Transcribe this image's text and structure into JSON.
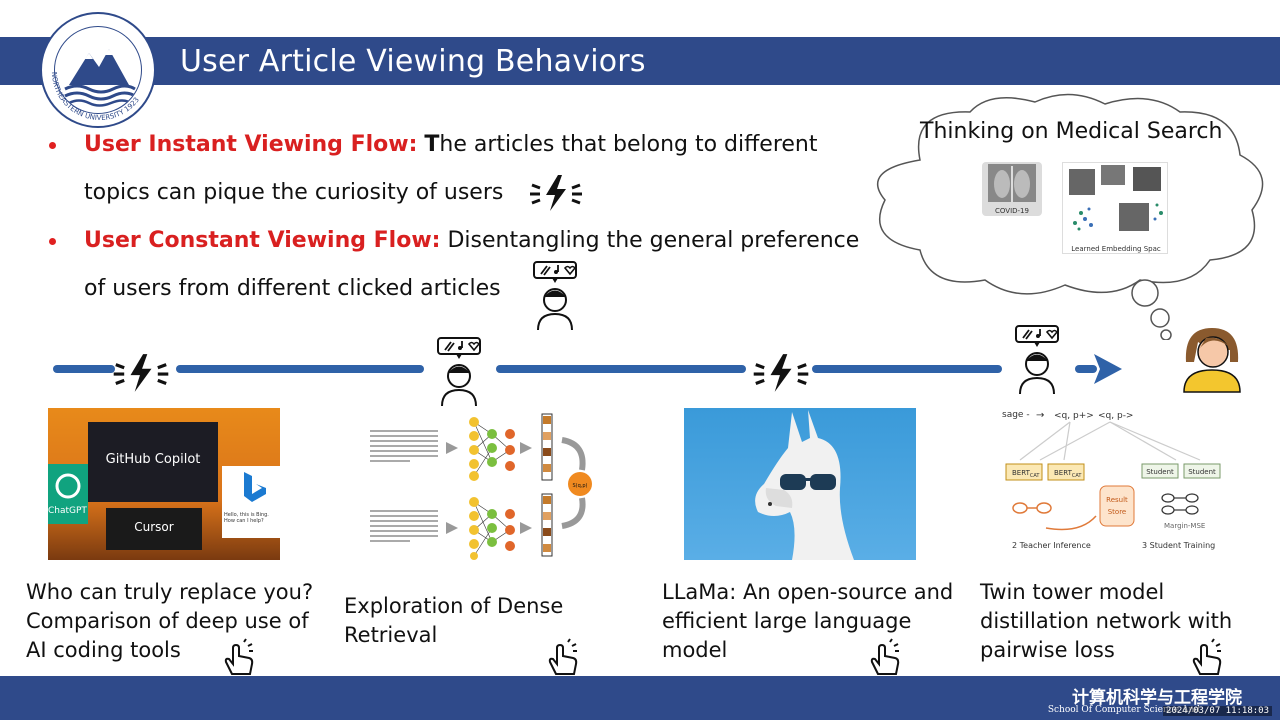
{
  "slide": {
    "title": "User Article Viewing Behaviors",
    "logo": {
      "name": "university-seal",
      "text": "NORTHEASTERN UNIVERSITY 1923"
    }
  },
  "bullets": [
    {
      "highlight": "User Instant Viewing Flow:",
      "line1_bold": "T",
      "line1": "he articles that belong to different",
      "line2": "topics can pique the curiosity of users"
    },
    {
      "highlight": "User Constant Viewing Flow:",
      "line1": "Disentangling the general preference",
      "line2": "of users from different clicked articles"
    }
  ],
  "thought_cloud": {
    "title": "Thinking on Medical Search",
    "image_labels": {
      "xray": "COVID-19",
      "embedding": "Learned Embedding Spac"
    }
  },
  "articles": [
    {
      "caption_lines": [
        "Who can truly replace you?",
        "Comparison of deep use of",
        "AI coding tools"
      ],
      "image_labels": {
        "copilot": "GitHub Copilot",
        "cursor": "Cursor",
        "chatgpt": "ChatGPT",
        "bing": "Hello, this is Bing. How can I help?"
      }
    },
    {
      "caption_lines": [
        "Exploration of Dense",
        "Retrieval"
      ],
      "image_labels": {
        "score": "S(q,p)"
      }
    },
    {
      "caption_lines": [
        "LLaMa: An open-source and",
        "efficient large language",
        "model"
      ]
    },
    {
      "caption_lines": [
        "Twin tower model",
        "distillation network with",
        "pairwise loss"
      ],
      "image_labels": {
        "passage": "sage -",
        "pair1": "<q, p+>",
        "pair2": "<q, p->",
        "bert1": "BERT",
        "bert2": "BERT",
        "bert_sub": "CAT",
        "student1": "Student",
        "student2": "Student",
        "result": "Result",
        "store": "Store",
        "margin": "Margin-MSE",
        "step2": "2 Teacher Inference",
        "step3": "3 Student Training"
      }
    }
  ],
  "footer": {
    "school_cn": "计算机科学与工程学院",
    "school_en": "School Of Computer Science And",
    "timestamp": "2024/03/07 11:18:03"
  },
  "colors": {
    "title_bar": "#2f4a8a",
    "timeline": "#2f62a8",
    "highlight": "#d92020"
  }
}
